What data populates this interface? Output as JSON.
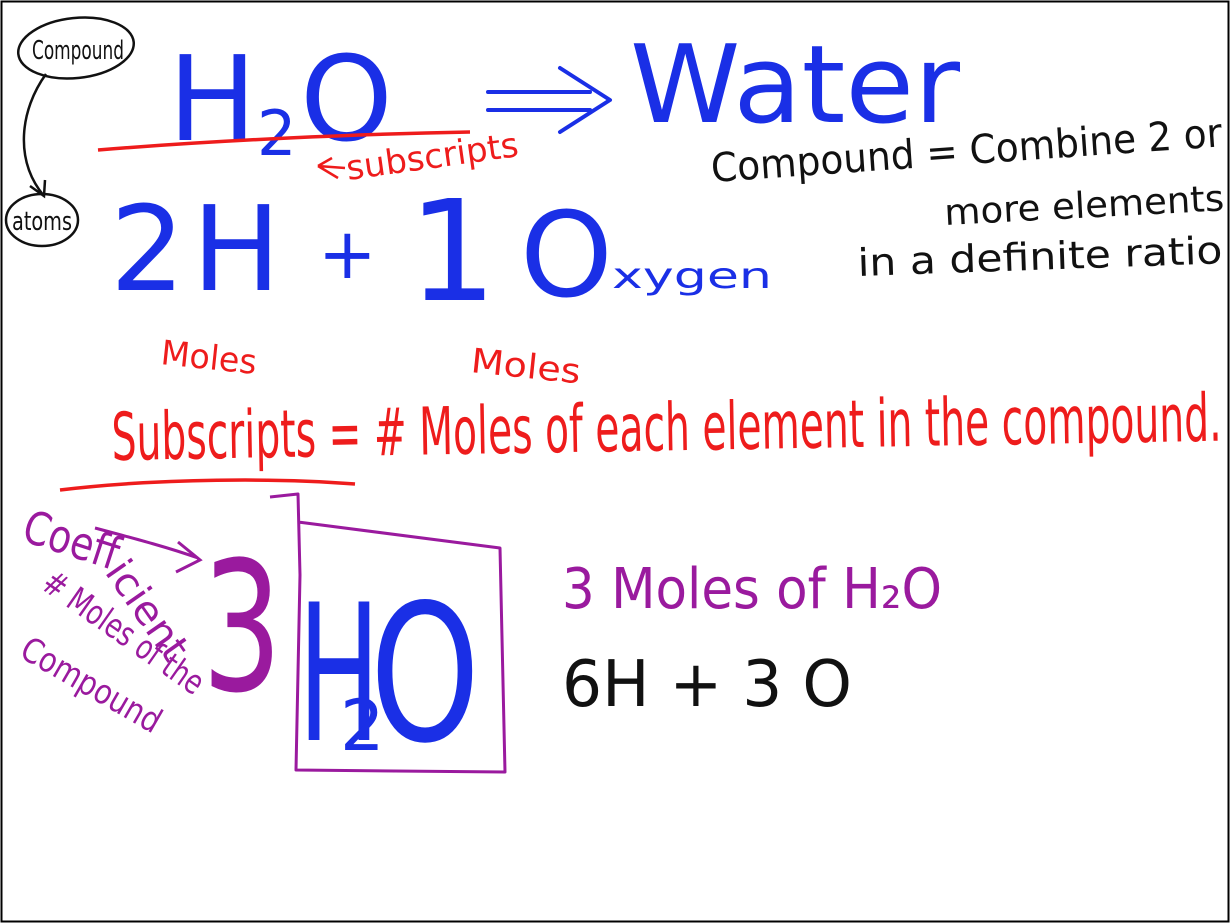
{
  "colors": {
    "blue": "#1a2fe6",
    "red": "#ee1c1c",
    "purple": "#9a1a9e",
    "black": "#111111",
    "frame": "#000000"
  },
  "top": {
    "compound_label": "Compound",
    "formula_h": "H",
    "formula_sub": "2",
    "formula_o": "O",
    "arrow": "→",
    "word": "Water",
    "subscripts_label": "subscripts"
  },
  "definition": {
    "line1": "Compound = Combine 2 or",
    "line2": "more elements",
    "line3": "in a definite ratio"
  },
  "atoms_row": {
    "atoms_label": "atoms",
    "coef_h": "2",
    "h": "H",
    "plus": "+",
    "coef_o": "1",
    "o": "O",
    "oxygen_suffix": "xygen",
    "moles_1": "Moles",
    "moles_2": "Moles"
  },
  "rule": {
    "text": "Subscripts = # Moles of each element in the compound."
  },
  "coefficient": {
    "coeff_label": "Coeff",
    "icient": "icient",
    "moles_of": "# Moles of the",
    "compound": "Compound",
    "number": "3",
    "h": "H",
    "sub": "2",
    "o": "O"
  },
  "result": {
    "line1": "3 Moles of H₂O",
    "line2": "6H + 3 O"
  }
}
